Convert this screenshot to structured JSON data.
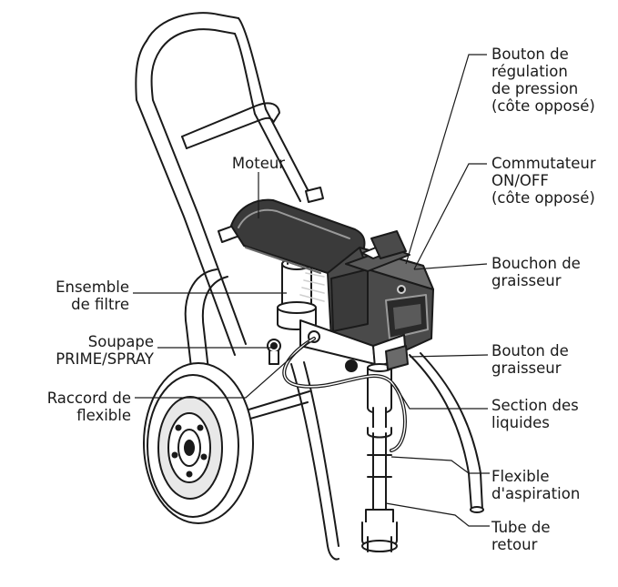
{
  "labels": {
    "moteur": "Moteur",
    "ensemble_filtre": "Ensemble\nde filtre",
    "soupape": "Soupape\nPRIME/SPRAY",
    "raccord": "Raccord de\nflexible",
    "bouton_regulation": "Bouton de\nrégulation\nde pression\n(côte opposé)",
    "commutateur": "Commutateur\nON/OFF\n(côte opposé)",
    "bouchon_graisseur": "Bouchon de\ngraisseur",
    "bouton_graisseur": "Bouton de\ngraisseur",
    "section_liquides": "Section des\nliquides",
    "flexible_aspiration": "Flexible\nd'aspiration",
    "tube_retour": "Tube de\nretour"
  },
  "colors": {
    "line": "#1a1a1a",
    "motor_dark": "#3a3a3a",
    "metal_light": "#d9d9d9",
    "metal_mid": "#9a9a9a"
  }
}
